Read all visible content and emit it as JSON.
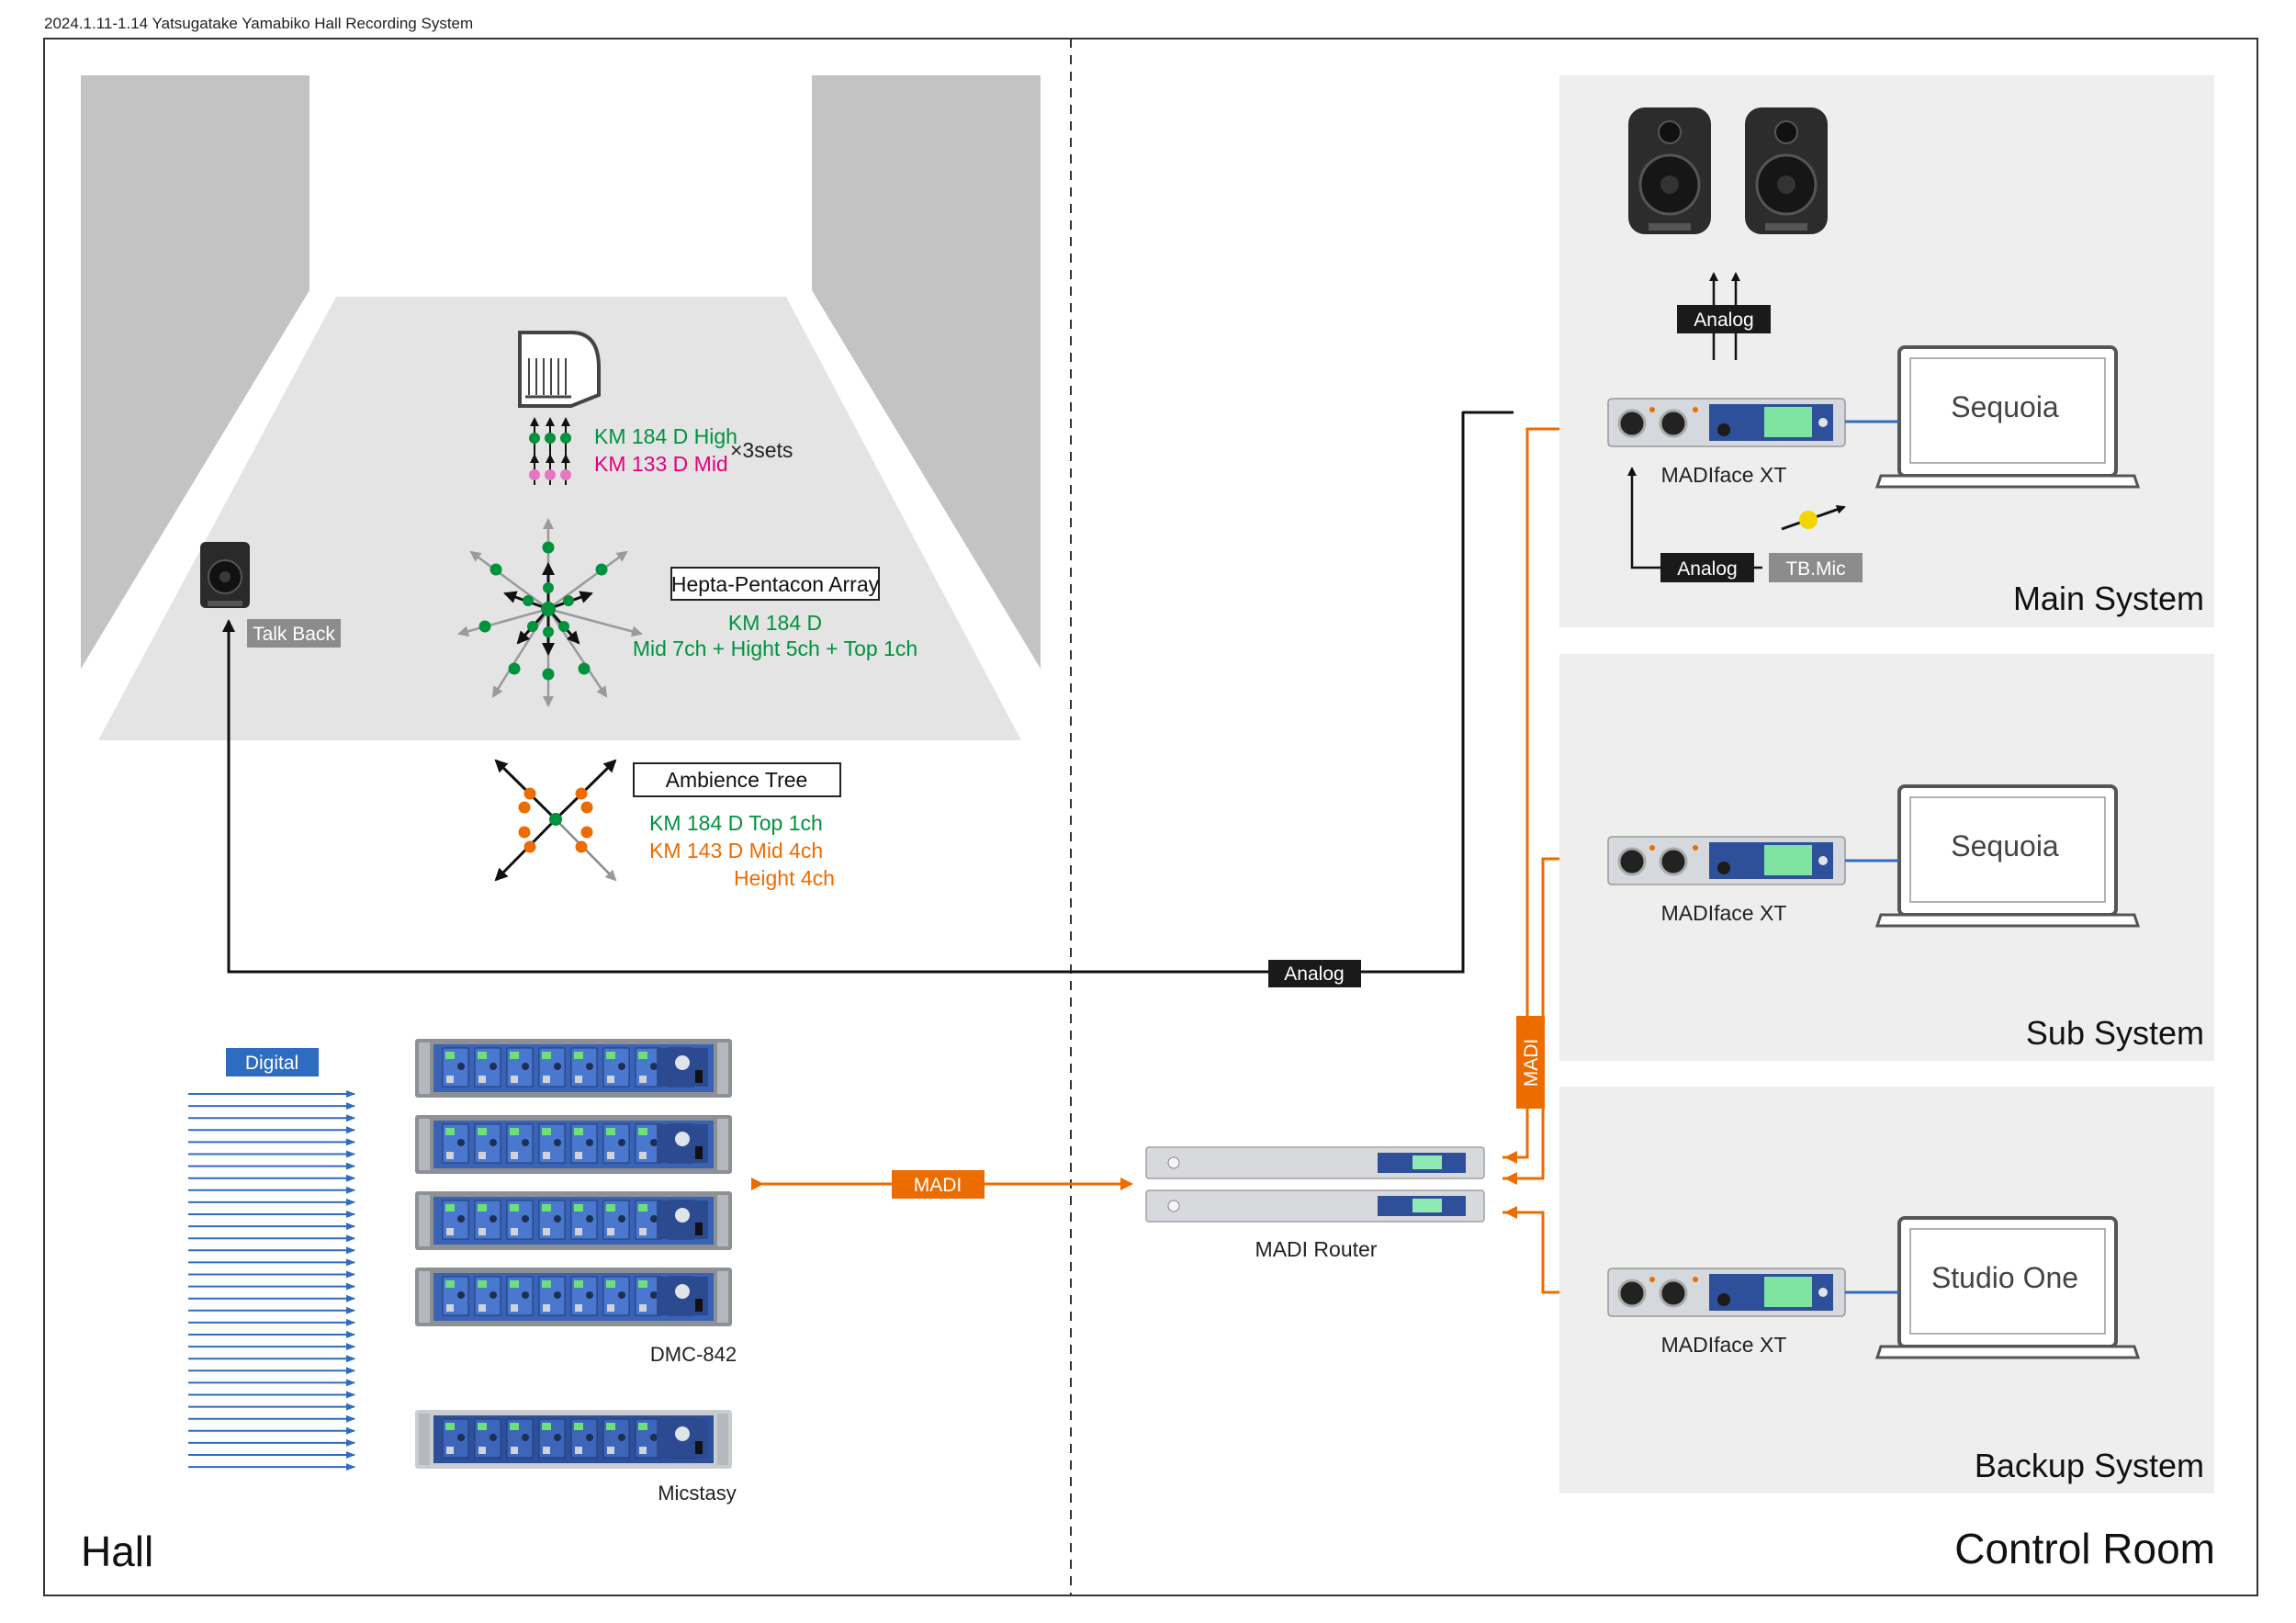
{
  "header": {
    "title": "2024.1.11-1.14 Yatsugatake Yamabiko Hall Recording System"
  },
  "zones": {
    "hall": "Hall",
    "control_room": "Control Room"
  },
  "stage": {
    "piano_mics": {
      "high": "KM 184 D High",
      "mid": "KM 133 D Mid",
      "multiplier": "×3sets"
    },
    "hepta_array": {
      "title": "Hepta-Pentacon Array",
      "model": "KM 184 D",
      "channels": "Mid 7ch + Hight 5ch + Top 1ch"
    },
    "talkback": "Talk Back"
  },
  "ambience": {
    "title": "Ambience Tree",
    "line1": "KM 184 D Top 1ch",
    "line2": "KM 143 D Mid 4ch",
    "line3": "Height 4ch"
  },
  "devices": {
    "dmc": "DMC-842",
    "micstasy": "Micstasy",
    "router": "MADI Router",
    "madiface_main": "MADIface XT",
    "madiface_sub": "MADIface XT",
    "madiface_backup": "MADIface XT"
  },
  "systems": {
    "main": {
      "label": "Main System",
      "daw": "Sequoia"
    },
    "sub": {
      "label": "Sub System",
      "daw": "Sequoia"
    },
    "backup": {
      "label": "Backup System",
      "daw": "Studio One"
    }
  },
  "signals": {
    "digital": "Digital",
    "madi_h": "MADI",
    "madi_v": "MADI",
    "analog_return": "Analog",
    "analog_out": "Analog",
    "analog_in": "Analog",
    "tb_mic": "TB.Mic"
  },
  "colors": {
    "orange": "#ec6c00",
    "green": "#00923f",
    "pink": "#e4007f",
    "blue": "#2d6cc0",
    "panel_gray": "#eeeeee",
    "stage_gray": "#e4e4e4",
    "wall_gray": "#c3c3c3"
  }
}
